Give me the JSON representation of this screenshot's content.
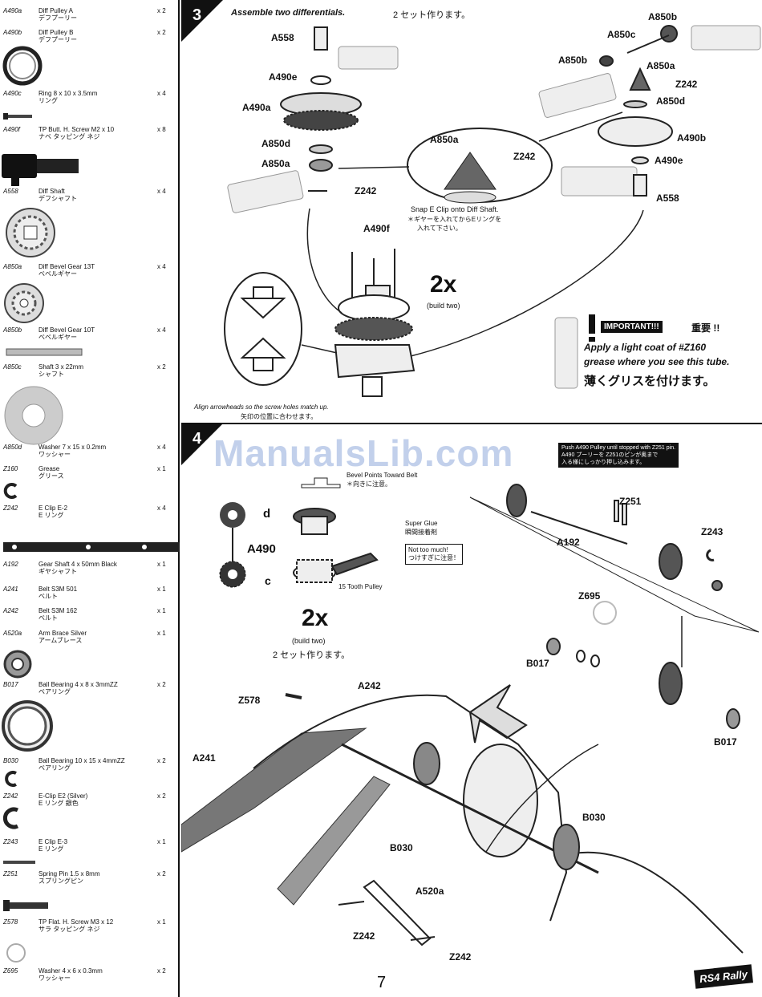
{
  "parts": [
    {
      "code": "A490a",
      "desc": "Diff Pulley A",
      "jp": "デフプーリー",
      "qty": "x 2"
    },
    {
      "code": "A490b",
      "desc": "Diff Pulley B",
      "jp": "デフプーリー",
      "qty": "x 2"
    },
    {
      "code": "A490c",
      "desc": "Ring 8 x 10 x 3.5mm",
      "jp": "リング",
      "qty": "x 4"
    },
    {
      "code": "A490f",
      "desc": "TP Butt. H. Screw M2 x 10",
      "jp": "ナベ タッピング ネジ",
      "qty": "x 8"
    },
    {
      "code": "A558",
      "desc": "Diff Shaft",
      "jp": "デフシャフト",
      "qty": "x 4"
    },
    {
      "code": "A850a",
      "desc": "Diff Bevel Gear 13T",
      "jp": "ベベルギヤー",
      "qty": "x 4"
    },
    {
      "code": "A850b",
      "desc": "Diff Bevel Gear 10T",
      "jp": "ベベルギヤー",
      "qty": "x 4"
    },
    {
      "code": "A850c",
      "desc": "Shaft 3 x 22mm",
      "jp": "シャフト",
      "qty": "x 2"
    },
    {
      "code": "A850d",
      "desc": "Washer 7 x 15 x 0.2mm",
      "jp": "ワッシャー",
      "qty": "x 4"
    },
    {
      "code": "Z160",
      "desc": "Grease",
      "jp": "グリース",
      "qty": "x 1"
    },
    {
      "code": "Z242",
      "desc": "E Clip E-2",
      "jp": "E リング",
      "qty": "x 4"
    },
    {
      "code": "A192",
      "desc": "Gear Shaft 4 x 50mm Black",
      "jp": "ギヤシャフト",
      "qty": "x 1"
    },
    {
      "code": "A241",
      "desc": "Belt S3M 501",
      "jp": "ベルト",
      "qty": "x 1"
    },
    {
      "code": "A242",
      "desc": "Belt S3M 162",
      "jp": "ベルト",
      "qty": "x 1"
    },
    {
      "code": "A520a",
      "desc": "Arm Brace Silver",
      "jp": "アームブレース",
      "qty": "x 1"
    },
    {
      "code": "B017",
      "desc": "Ball Bearing 4 x 8 x 3mmZZ",
      "jp": "ベアリング",
      "qty": "x 2"
    },
    {
      "code": "B030",
      "desc": "Ball Bearing 10 x 15 x 4mmZZ",
      "jp": "ベアリング",
      "qty": "x 2"
    },
    {
      "code": "Z242",
      "desc": "E-Clip E2 (Silver)",
      "jp": "E リング 銀色",
      "qty": "x 2"
    },
    {
      "code": "Z243",
      "desc": "E Clip E-3",
      "jp": "E リング",
      "qty": "x 1"
    },
    {
      "code": "Z251",
      "desc": "Spring Pin 1.5 x 8mm",
      "jp": "スプリングピン",
      "qty": "x 2"
    },
    {
      "code": "Z578",
      "desc": "TP Flat. H. Screw M3 x 12",
      "jp": "サラ タッピング ネジ",
      "qty": "x 1"
    },
    {
      "code": "Z695",
      "desc": "Washer 4 x 6 x 0.3mm",
      "jp": "ワッシャー",
      "qty": "x 2"
    }
  ],
  "step3": {
    "number": "3",
    "title": "Assemble two differentials.",
    "title_jp": "2 セット作ります。",
    "labels": {
      "a558_top": "A558",
      "a490e_top": "A490e",
      "a490a": "A490a",
      "a850d_left": "A850d",
      "a850a_left": "A850a",
      "z242_left": "Z242",
      "a850a_mid": "A850a",
      "z242_mid": "Z242",
      "a490f": "A490f",
      "a850b_top": "A850b",
      "a850c": "A850c",
      "a850b_left": "A850b",
      "a850a_right": "A850a",
      "z242_right": "Z242",
      "a850d_right": "A850d",
      "a490b": "A490b",
      "a490e_right": "A490e",
      "a558_right": "A558"
    },
    "snap_note": "Snap E Clip onto Diff Shaft.",
    "snap_note_jp": "＊ギヤーを入れてからEリングを",
    "snap_note_jp2": "入れて下さい。",
    "build": "2x",
    "build_sub": "(build two)",
    "align_note": "Align arrowheads so the screw holes match up.",
    "align_note_jp": "矢印の位置に合わせます。",
    "important": "IMPORTANT!!!",
    "important_jp": "重要 !!",
    "grease_line1": "Apply a light coat of #Z160",
    "grease_line2": "grease where you see this tube.",
    "grease_jp": "薄くグリスを付けます。"
  },
  "step4": {
    "number": "4",
    "watermark": "ManualsLib.com",
    "bevel_note": "Bevel Points Toward Belt",
    "bevel_note_jp": "＊向きに注意。",
    "a490": "A490",
    "d": "d",
    "c": "c",
    "super_glue": "Super Glue",
    "super_glue_jp": "瞬間接着剤",
    "not_too_much": "Not too much!",
    "not_too_much_jp": "つけすぎに注意！",
    "pulley": "15 Tooth Pulley",
    "build": "2x",
    "build_sub": "(build two)",
    "build_jp": "2 セット作ります。",
    "push_note": "Push A490 Pulley until stopped with Z251 pin.",
    "push_note_jp1": "A490 プーリーを Z251のピンが奥まで",
    "push_note_jp2": "入る様にしっかり押し込みます。",
    "labels": {
      "z251": "Z251",
      "z243": "Z243",
      "a192": "A192",
      "z695": "Z695",
      "b017_left": "B017",
      "b017_right": "B017",
      "a242": "A242",
      "z578": "Z578",
      "a241": "A241",
      "b030_right": "B030",
      "b030_left": "B030",
      "a520a": "A520a",
      "z242_left": "Z242",
      "z242_right": "Z242"
    }
  },
  "page_number": "7",
  "logo": "RS4 Rally"
}
